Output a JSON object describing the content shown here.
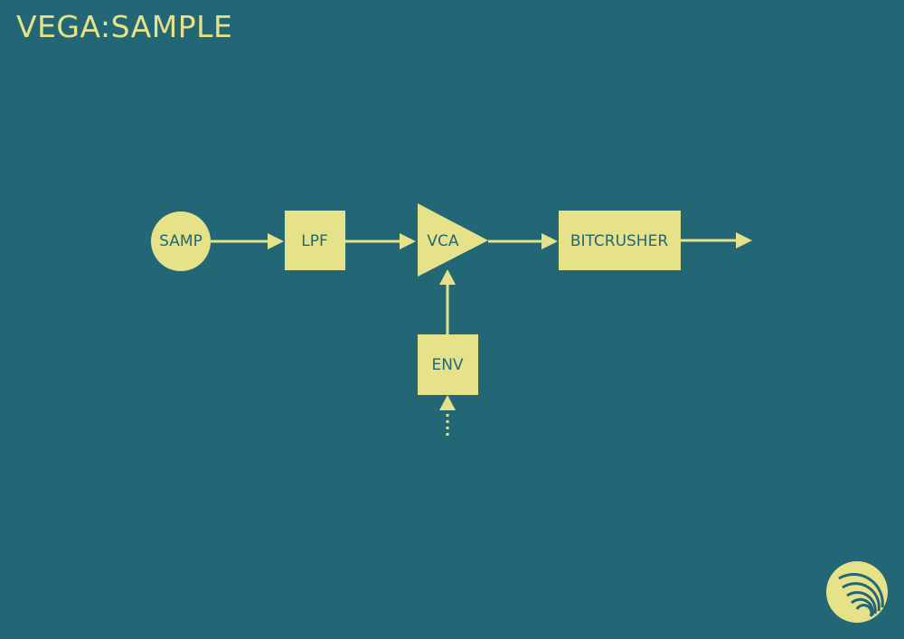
{
  "title": "VEGA:SAMPLE",
  "colors": {
    "background": "#236675",
    "accent": "#e6e28a",
    "label": "#236675"
  },
  "nodes": {
    "samp": "SAMP",
    "lpf": "LPF",
    "vca": "VCA",
    "bitcrusher": "BITCRUSHER",
    "env": "ENV"
  },
  "logo_icon": "concentric-arcs-logo-icon"
}
